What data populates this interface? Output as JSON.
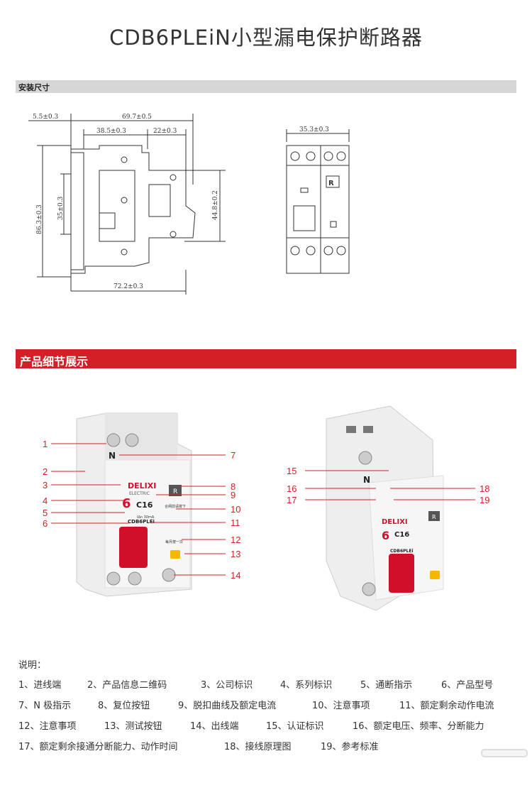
{
  "page": {
    "title": "CDB6PLEiN小型漏电保护断路器",
    "install_section": "安装尺寸",
    "detail_section": "产品细节展示"
  },
  "dimensions": {
    "d1": "5.5±0.3",
    "d2": "69.7±0.5",
    "d3": "38.5±0.3",
    "d4": "22±0.3",
    "d5": "86.3±0.3",
    "d6": "35±0.3",
    "d7": "44.8±0.2",
    "d8": "72.2±0.3",
    "d9": "35.3±0.3"
  },
  "photo_labels": {
    "brand": "DELIXI",
    "brand_sub": "ELECTRIC",
    "rating": "C16",
    "model": "CDB6PLEi",
    "reset": "R",
    "neutral": "N",
    "series": "6",
    "residual": "IΔn 30mA",
    "test_note": "每月按一次",
    "reset_note": "合闸前请按下"
  },
  "callouts_left": [
    "1",
    "2",
    "3",
    "4",
    "5",
    "6",
    "7",
    "8",
    "9",
    "10",
    "11",
    "12",
    "13",
    "14"
  ],
  "callouts_right": [
    "15",
    "16",
    "17",
    "18",
    "19"
  ],
  "notes": {
    "label": "说明：",
    "rows": [
      [
        "1、进线端",
        "2、产品信息二维码",
        "3、公司标识",
        "4、系列标识",
        "5、通断指示",
        "6、产品型号"
      ],
      [
        "7、N 极指示",
        "8、复位按钮",
        "9、脱扣曲线及额定电流",
        "10、注意事项",
        "11、额定剩余动作电流"
      ],
      [
        "12、注意事项",
        "13、测试按钮",
        "14、出线端",
        "15、认证标识",
        "16、额定电压、频率、分断能力"
      ],
      [
        "17、额定剩余接通分断能力、动作时间",
        "18、接线原理图",
        "19、参考标准"
      ]
    ]
  },
  "colors": {
    "accent": "#d51f26",
    "bar_gray": "#d6d6d6",
    "test_button": "#f5b800"
  }
}
